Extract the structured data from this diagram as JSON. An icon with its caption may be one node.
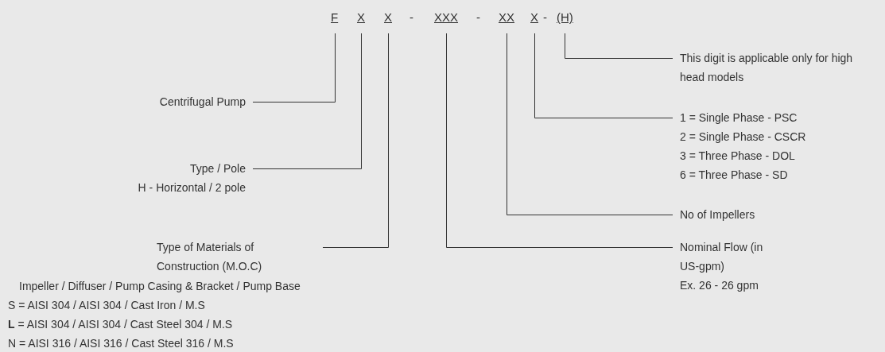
{
  "diagram": {
    "nodes": [
      {
        "text": [
          "F"
        ]
      },
      {
        "text": [
          "X"
        ]
      },
      {
        "text": [
          "X"
        ]
      },
      {
        "text": [
          "XXX"
        ]
      },
      {
        "text": [
          "XX"
        ]
      },
      {
        "text": [
          "X"
        ]
      },
      {
        "text": [
          "(H)"
        ]
      },
      {
        "text": [
          "Centrifugal Pump"
        ]
      },
      {
        "text": [
          "Type / Pole",
          "H - Horizontal / 2 pole"
        ]
      },
      {
        "text": [
          "Type of Materials of Construction (M.O.C)"
        ]
      },
      {
        "text": [
          "Nominal Flow (in US-gpm)",
          "Ex. 26 - 26 gpm"
        ]
      },
      {
        "text": [
          "No of Impellers"
        ]
      },
      {
        "text": [
          "1 = Single Phase - PSC",
          "2 = Single Phase - CSCR",
          "3 = Three Phase - DOL",
          "6 = Three Phase - SD"
        ]
      },
      {
        "text": [
          "This digit is applicable only for high head models"
        ]
      }
    ],
    "edges": [
      {
        "from": 7,
        "to": 0,
        "arrow": "none"
      },
      {
        "from": 8,
        "to": 1,
        "arrow": "none"
      },
      {
        "from": 9,
        "to": 2,
        "arrow": "none"
      },
      {
        "from": 10,
        "to": 3,
        "arrow": "none"
      },
      {
        "from": 11,
        "to": 4,
        "arrow": "none"
      },
      {
        "from": 12,
        "to": 5,
        "arrow": "none"
      },
      {
        "from": 13,
        "to": 6,
        "arrow": "none"
      }
    ],
    "labels": [
      "-",
      "-",
      "-",
      "Impeller / Diffuser / Pump Casing & Bracket / Pump Base",
      "S = AISI 304 / AISI 304 / Cast Iron / M.S",
      "**L** = AISI 304 / AISI 304 / Cast Steel 304 / M.S",
      "N = AISI 316 / AISI 316 / Cast Steel 316 / M.S"
    ]
  }
}
